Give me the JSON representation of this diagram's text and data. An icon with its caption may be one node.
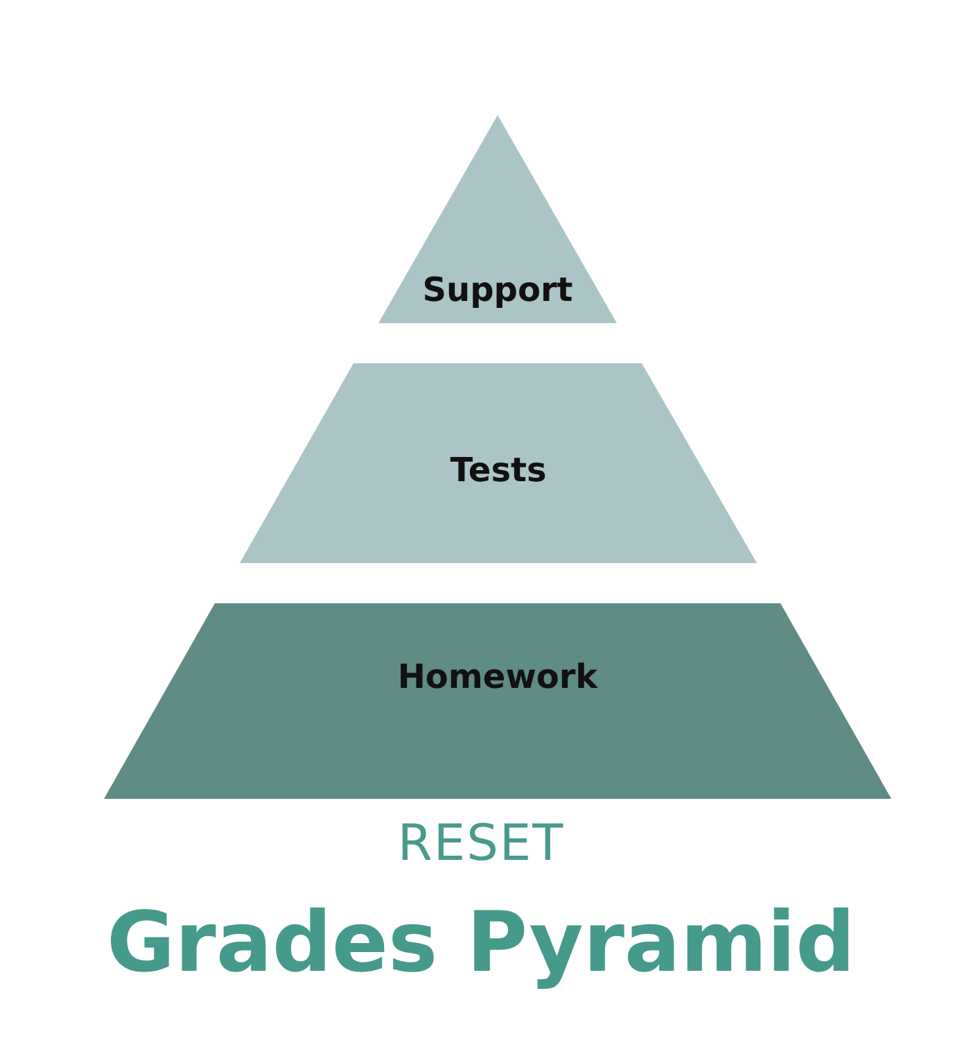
{
  "diagram": {
    "title": "Grades Pyramid",
    "nodes": [
      {
        "text": [
          "Support"
        ]
      },
      {
        "text": [
          "Tests"
        ]
      },
      {
        "text": [
          "Homework"
        ]
      }
    ],
    "edges": [],
    "labels": [
      "RESET"
    ]
  }
}
